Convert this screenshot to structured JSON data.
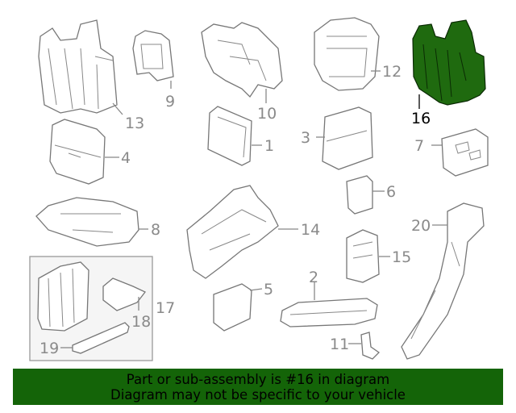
{
  "diagram": {
    "highlighted_part": "16",
    "highlight_color": "#1f6a0f",
    "callouts": [
      "13",
      "9",
      "10",
      "12",
      "16",
      "1",
      "3",
      "4",
      "7",
      "6",
      "8",
      "14",
      "20",
      "15",
      "5",
      "2",
      "17",
      "18",
      "19",
      "11"
    ]
  },
  "banner": {
    "line1": "Part or sub-assembly is #16 in diagram",
    "line2": "Diagram may not be specific to your vehicle",
    "background": "#146408"
  }
}
